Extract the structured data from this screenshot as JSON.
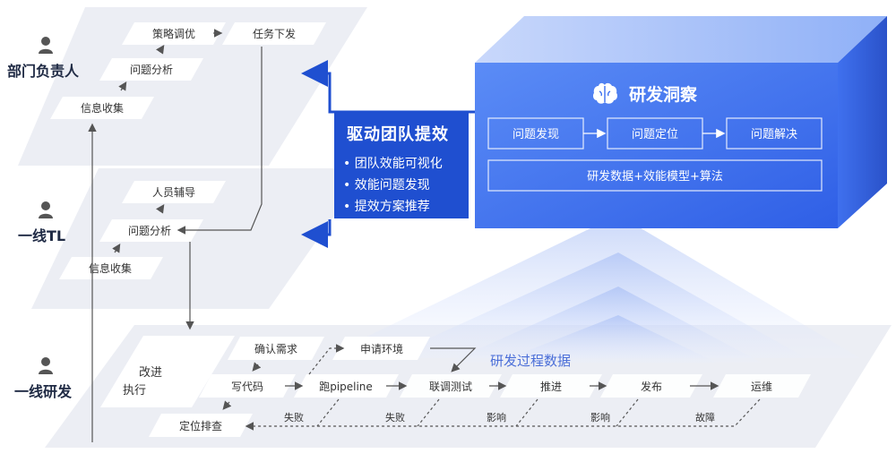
{
  "roles": {
    "dept_head": "部门负责人",
    "team_lead": "一线TL",
    "developer": "一线研发"
  },
  "top_layer": {
    "strategy": "策略调优",
    "task": "任务下发",
    "analysis": "问题分析",
    "collect": "信息收集"
  },
  "mid_layer": {
    "coach": "人员辅导",
    "analysis": "问题分析",
    "collect": "信息收集"
  },
  "bottom_layer": {
    "improve_line1": "改进",
    "improve_line2": "执行",
    "confirm": "确认需求",
    "code": "写代码",
    "debug": "定位排查",
    "env": "申请环境",
    "pipeline": "跑pipeline",
    "joint_test": "联调测试",
    "advance": "推进",
    "release": "发布",
    "ops": "运维",
    "fail1": "失败",
    "fail2": "失败",
    "impact1": "影响",
    "impact2": "影响",
    "fault": "故障",
    "process_data": "研发过程数据"
  },
  "callout": {
    "title": "驱动团队提效",
    "items": [
      "团队效能可视化",
      "效能问题发现",
      "提效方案推荐"
    ]
  },
  "insight_box": {
    "title": "研发洞察",
    "step1": "问题发现",
    "step2": "问题定位",
    "step3": "问题解决",
    "footer": "研发数据+效能模型+算法"
  },
  "colors": {
    "accent": "#1f4fd0",
    "box_front": "#3b6ff0",
    "plane": "#eef0f6",
    "card": "#ffffff",
    "text_dark": "#1f2a44"
  }
}
